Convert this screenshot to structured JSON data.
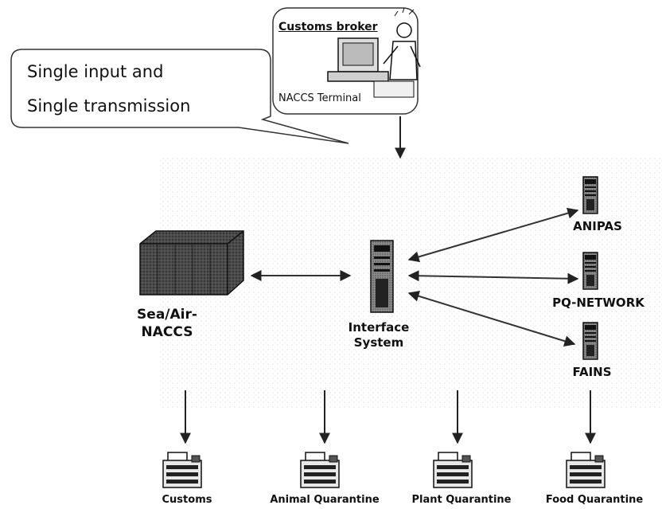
{
  "callout": {
    "line1": "Single input and",
    "line2": "Single transmission"
  },
  "broker": {
    "title": "Customs broker",
    "terminal": "NACCS Terminal"
  },
  "nodes": {
    "naccs": {
      "line1": "Sea/Air-",
      "line2": "NACCS"
    },
    "interface": {
      "line1": "Interface",
      "line2": "System"
    },
    "anipas": "ANIPAS",
    "pq_network": "PQ-NETWORK",
    "fains": "FAINS"
  },
  "agencies": {
    "customs": "Customs",
    "animal": "Animal Quarantine",
    "plant": "Plant Quarantine",
    "food": "Food Quarantine"
  }
}
